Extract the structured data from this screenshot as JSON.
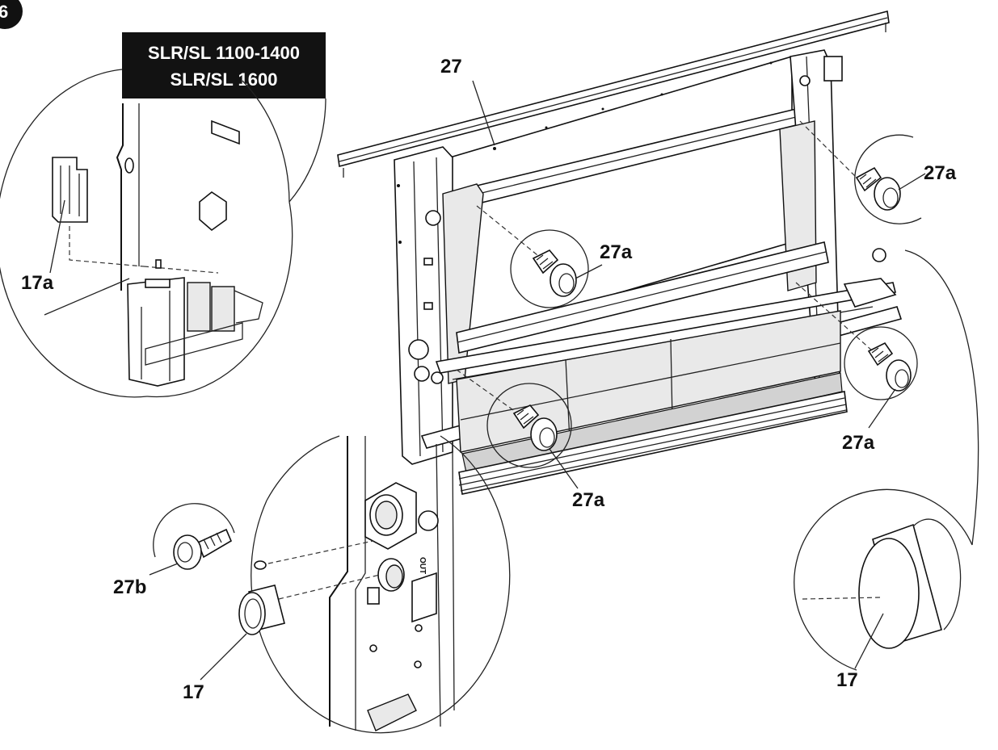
{
  "step_badge": "6",
  "model_banner": {
    "line1": "SLR/SL 1100-1400",
    "line2": "SLR/SL 1600"
  },
  "callouts": {
    "panel": "27",
    "screw_top_right": "27a",
    "screw_upper_middle": "27a",
    "screw_lower_right": "27a",
    "screw_lower_middle": "27a",
    "screw_detail": "27b",
    "bushing_detail": "17",
    "cap_detail": "17",
    "bracket_detail": "17a"
  },
  "colors": {
    "ink": "#111111",
    "banner_background": "#121212",
    "banner_text": "#ffffff"
  }
}
